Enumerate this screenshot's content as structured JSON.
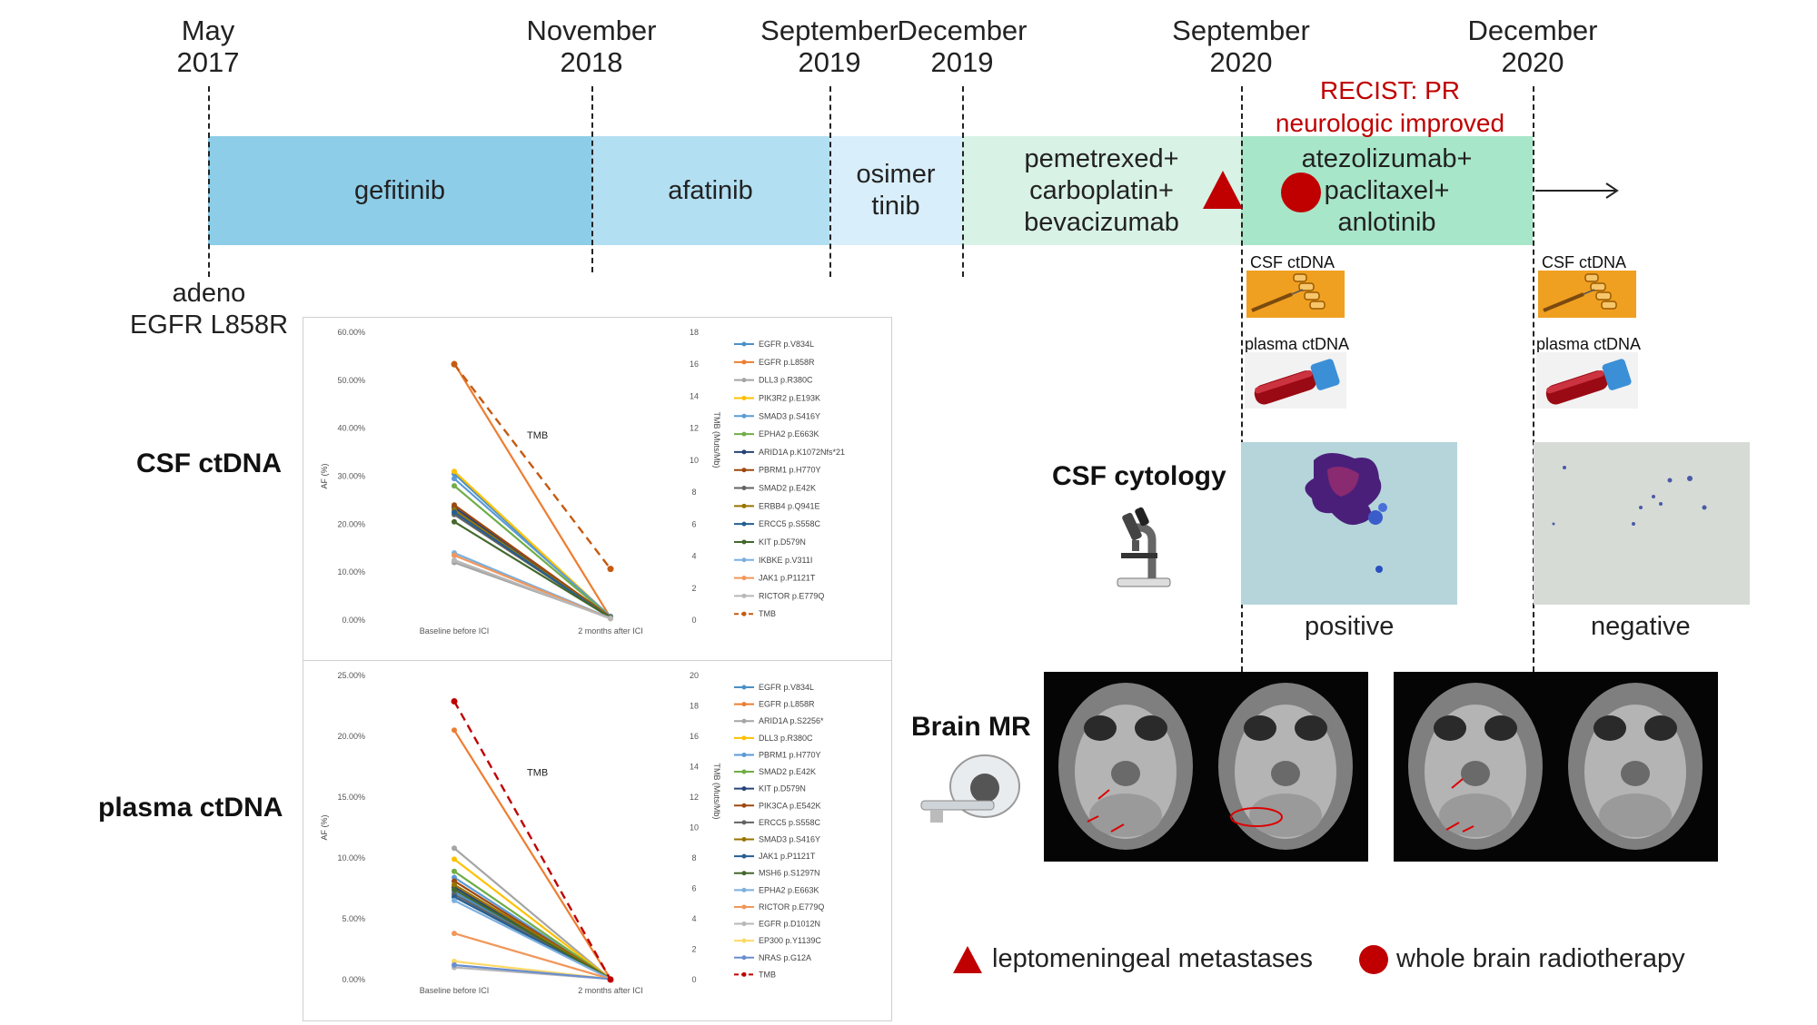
{
  "timeline": {
    "dates": [
      {
        "month": "May",
        "year": "2017"
      },
      {
        "month": "November",
        "year": "2018"
      },
      {
        "month": "September",
        "year": "2019"
      },
      {
        "month": "December",
        "year": "2019"
      },
      {
        "month": "September",
        "year": "2020"
      },
      {
        "month": "December",
        "year": "2020"
      }
    ],
    "treatments": [
      {
        "lines": [
          "gefitinib"
        ],
        "color": "#8dcde8"
      },
      {
        "lines": [
          "afatinib"
        ],
        "color": "#b3dff2"
      },
      {
        "lines": [
          "osimer",
          "tinib"
        ],
        "color": "#d8eefa"
      },
      {
        "lines": [
          "pemetrexed+",
          "carboplatin+",
          "bevacizumab"
        ],
        "color": "#d9f2e6"
      },
      {
        "lines": [
          "atezolizumab+",
          "paclitaxel+",
          "anlotinib"
        ],
        "color": "#a8e6c9"
      }
    ],
    "diagnosis": [
      "adeno",
      "EGFR L858R"
    ],
    "response": [
      "RECIST: PR",
      "neurologic improved"
    ],
    "response_color": "#c00000"
  },
  "labels": {
    "csf_ctdna": "CSF ctDNA",
    "plasma_ctdna": "plasma ctDNA",
    "csf_cytology": "CSF cytology",
    "brain_mr": "Brain MR",
    "positive": "positive",
    "negative": "negative",
    "small_csf": "CSF ctDNA",
    "small_plasma": "plasma ctDNA"
  },
  "legend": {
    "triangle": "leptomeningeal metastases",
    "circle": "whole brain radiotherapy",
    "marker_color": "#c00000"
  },
  "chart_data": [
    {
      "type": "line",
      "panel": "CSF ctDNA",
      "categories": [
        "Baseline before ICI",
        "2 months after ICI"
      ],
      "ylabel": "AF (%)",
      "y2label": "TMB (Muts/Mb)",
      "ylim": [
        0,
        60
      ],
      "y_ticks": [
        "0.00%",
        "10.00%",
        "20.00%",
        "30.00%",
        "40.00%",
        "50.00%",
        "60.00%"
      ],
      "y2lim": [
        0,
        18
      ],
      "y2_ticks": [
        "0",
        "2",
        "4",
        "6",
        "8",
        "10",
        "12",
        "14",
        "16",
        "18"
      ],
      "annotation": "TMB",
      "series": [
        {
          "name": "EGFR p.V834L",
          "values": [
            30.5,
            0.6
          ],
          "color": "#4a90c8"
        },
        {
          "name": "EGFR p.L858R",
          "values": [
            53.5,
            0.5
          ],
          "color": "#ed7d31"
        },
        {
          "name": "DLL3 p.R380C",
          "values": [
            12.0,
            0.4
          ],
          "color": "#a5a5a5"
        },
        {
          "name": "PIK3R2 p.E193K",
          "values": [
            31.0,
            0.7
          ],
          "color": "#ffc000"
        },
        {
          "name": "SMAD3 p.S416Y",
          "values": [
            29.5,
            0.8
          ],
          "color": "#5b9bd5"
        },
        {
          "name": "EPHA2 p.E663K",
          "values": [
            28.0,
            0.6
          ],
          "color": "#70ad47"
        },
        {
          "name": "ARID1A p.K1072Nfs*21",
          "values": [
            23.5,
            0.5
          ],
          "color": "#264478"
        },
        {
          "name": "PBRM1 p.H770Y",
          "values": [
            24.0,
            0.6
          ],
          "color": "#9e480e"
        },
        {
          "name": "SMAD2 p.E42K",
          "values": [
            22.0,
            0.5
          ],
          "color": "#636363"
        },
        {
          "name": "ERBB4 p.Q941E",
          "values": [
            23.0,
            0.4
          ],
          "color": "#997300"
        },
        {
          "name": "ERCC5 p.S558C",
          "values": [
            22.5,
            0.4
          ],
          "color": "#255e91"
        },
        {
          "name": "KIT p.D579N",
          "values": [
            20.5,
            0.5
          ],
          "color": "#43682b"
        },
        {
          "name": "IKBKE p.V311I",
          "values": [
            14.0,
            0.4
          ],
          "color": "#7cafdd"
        },
        {
          "name": "JAK1 p.P1121T",
          "values": [
            13.5,
            0.3
          ],
          "color": "#f1975a"
        },
        {
          "name": "RICTOR p.E779Q",
          "values": [
            12.5,
            0.3
          ],
          "color": "#b7b7b7"
        }
      ],
      "tmb": {
        "name": "TMB",
        "values": [
          16,
          3.2
        ],
        "color": "#c55a11"
      }
    },
    {
      "type": "line",
      "panel": "plasma ctDNA",
      "categories": [
        "Baseline before ICI",
        "2 months after ICI"
      ],
      "ylabel": "AF (%)",
      "y2label": "TMB (Muts/Mb)",
      "ylim": [
        0,
        25
      ],
      "y_ticks": [
        "0.00%",
        "5.00%",
        "10.00%",
        "15.00%",
        "20.00%",
        "25.00%"
      ],
      "y2lim": [
        0,
        20
      ],
      "y2_ticks": [
        "0",
        "2",
        "4",
        "6",
        "8",
        "10",
        "12",
        "14",
        "16",
        "18",
        "20"
      ],
      "annotation": "TMB",
      "series": [
        {
          "name": "EGFR p.V834L",
          "values": [
            7.2,
            0.05
          ],
          "color": "#4a90c8"
        },
        {
          "name": "EGFR p.L858R",
          "values": [
            20.5,
            0.05
          ],
          "color": "#ed7d31"
        },
        {
          "name": "ARID1A p.S2256*",
          "values": [
            10.8,
            0.05
          ],
          "color": "#a5a5a5"
        },
        {
          "name": "DLL3 p.R380C",
          "values": [
            9.9,
            0.05
          ],
          "color": "#ffc000"
        },
        {
          "name": "PBRM1 p.H770Y",
          "values": [
            8.4,
            0.05
          ],
          "color": "#5b9bd5"
        },
        {
          "name": "SMAD2 p.E42K",
          "values": [
            8.9,
            0.05
          ],
          "color": "#70ad47"
        },
        {
          "name": "KIT p.D579N",
          "values": [
            7.6,
            0.05
          ],
          "color": "#264478"
        },
        {
          "name": "PIK3CA p.E542K",
          "values": [
            8.1,
            0.05
          ],
          "color": "#9e480e"
        },
        {
          "name": "ERCC5 p.S558C",
          "values": [
            7.0,
            0.05
          ],
          "color": "#636363"
        },
        {
          "name": "SMAD3 p.S416Y",
          "values": [
            7.8,
            0.05
          ],
          "color": "#997300"
        },
        {
          "name": "JAK1 p.P1121T",
          "values": [
            6.8,
            0.05
          ],
          "color": "#255e91"
        },
        {
          "name": "MSH6 p.S1297N",
          "values": [
            7.4,
            0.05
          ],
          "color": "#43682b"
        },
        {
          "name": "EPHA2 p.E663K",
          "values": [
            6.5,
            0.05
          ],
          "color": "#7cafdd"
        },
        {
          "name": "RICTOR p.E779Q",
          "values": [
            3.8,
            0.05
          ],
          "color": "#f1975a"
        },
        {
          "name": "EGFR p.D1012N",
          "values": [
            1.0,
            0.05
          ],
          "color": "#b7b7b7"
        },
        {
          "name": "EP300 p.Y1139C",
          "values": [
            1.5,
            0.05
          ],
          "color": "#ffd966"
        },
        {
          "name": "NRAS p.G12A",
          "values": [
            1.2,
            0.05
          ],
          "color": "#698ed0"
        }
      ],
      "tmb": {
        "name": "TMB",
        "values": [
          18.3,
          0
        ],
        "color": "#c00000"
      }
    }
  ]
}
